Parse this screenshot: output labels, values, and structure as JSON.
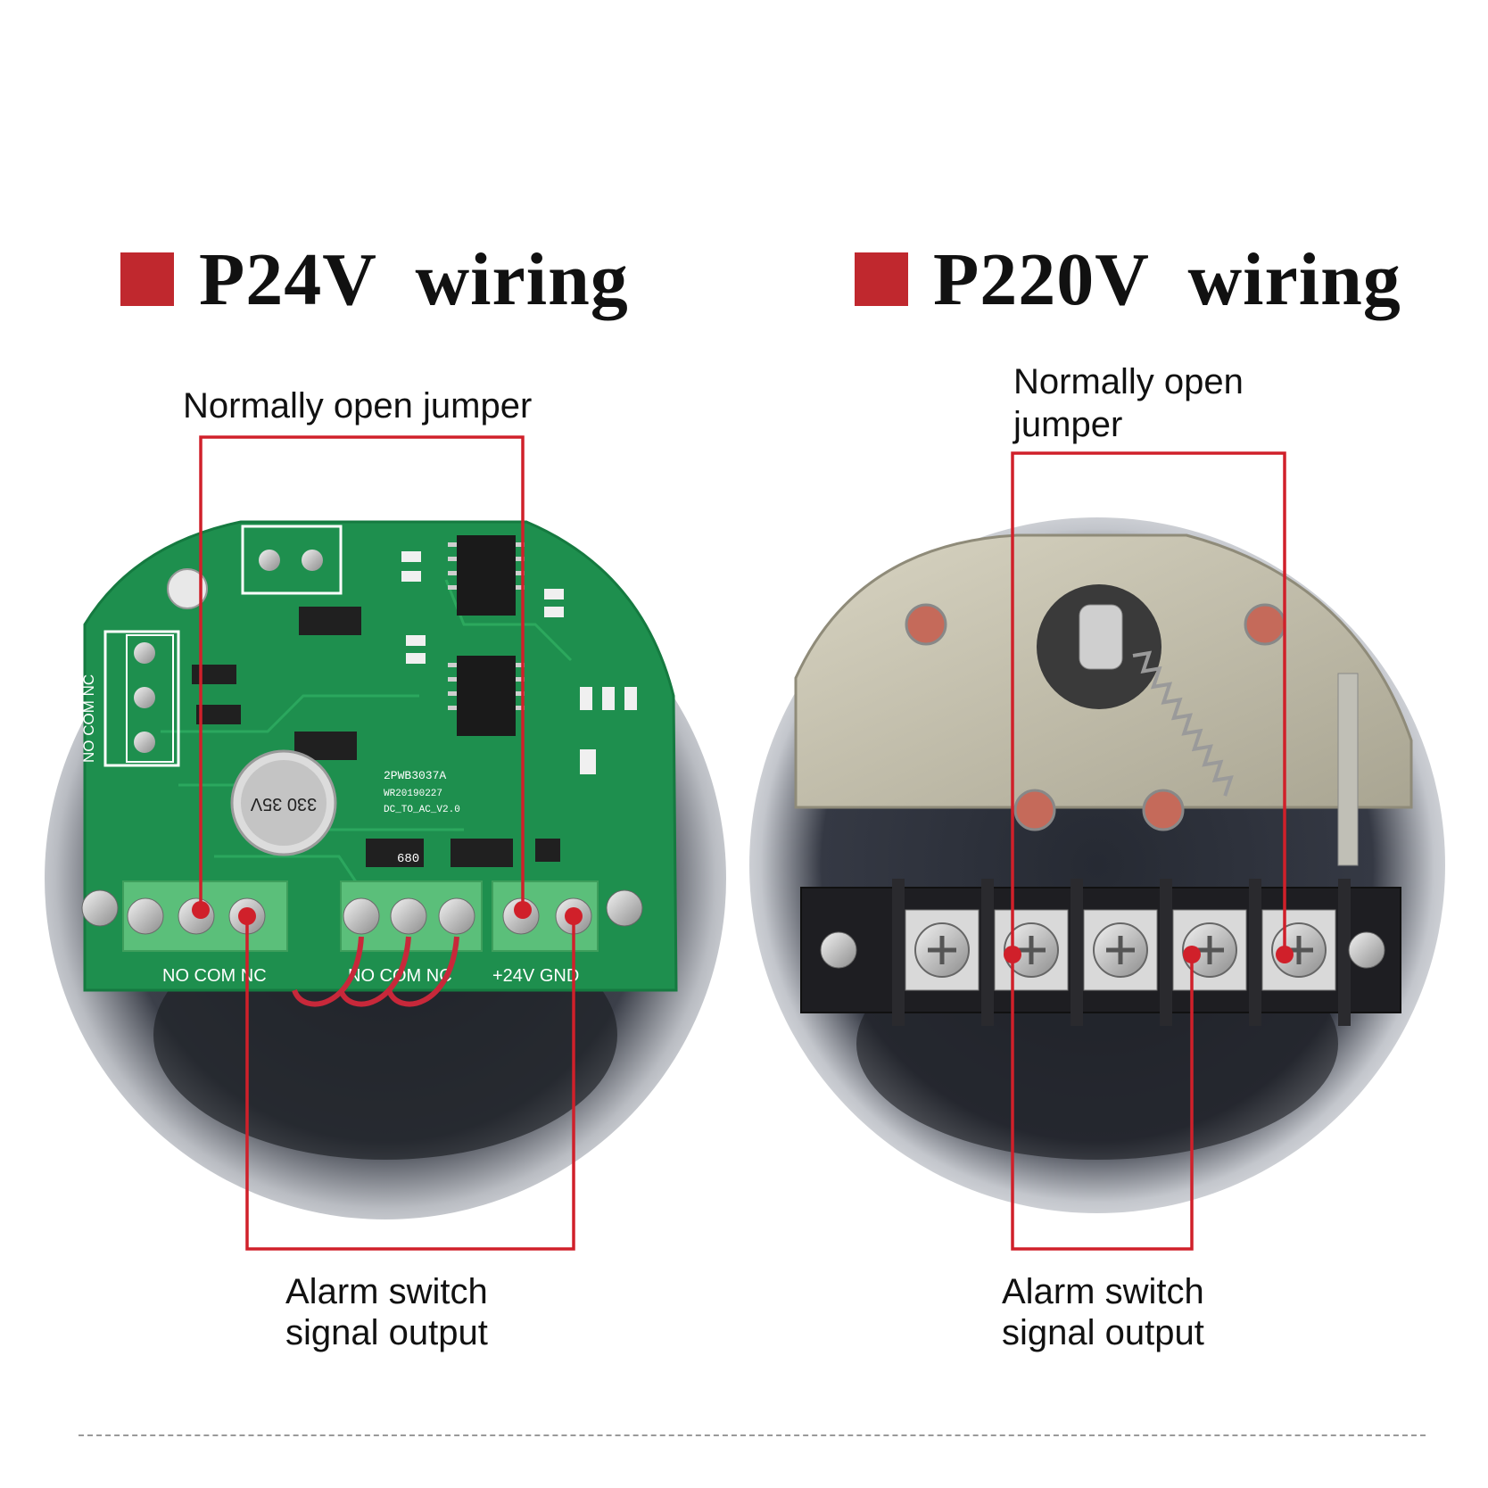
{
  "titles": {
    "left": "P24V  wiring",
    "right": "P220V  wiring"
  },
  "labels": {
    "left_top": "Normally open jumper",
    "left_bottom_1": "Alarm switch",
    "left_bottom_2": "signal output",
    "right_top_1": "Normally open",
    "right_top_2": "jumper",
    "right_bottom_1": "Alarm switch",
    "right_bottom_2": "signal output"
  },
  "pcb_text": {
    "terminal_left": "NO  COM  NC",
    "terminal_mid": "NO  COM  NC",
    "terminal_right": "+24V GND",
    "j3_side": "NO COM NC",
    "model_1": "2PWB3037A",
    "model_2": "WR20190227",
    "model_3": "DC_TO_AC_V2.0",
    "capacitor": "330 35V",
    "resistor": "680"
  },
  "colors": {
    "accent_red": "#c0282e",
    "line_red": "#d0202a",
    "pcb_green": "#1e8f4e",
    "terminal_green": "#5bbf7a"
  },
  "icons": {
    "square": "red-square-bullet-icon"
  }
}
